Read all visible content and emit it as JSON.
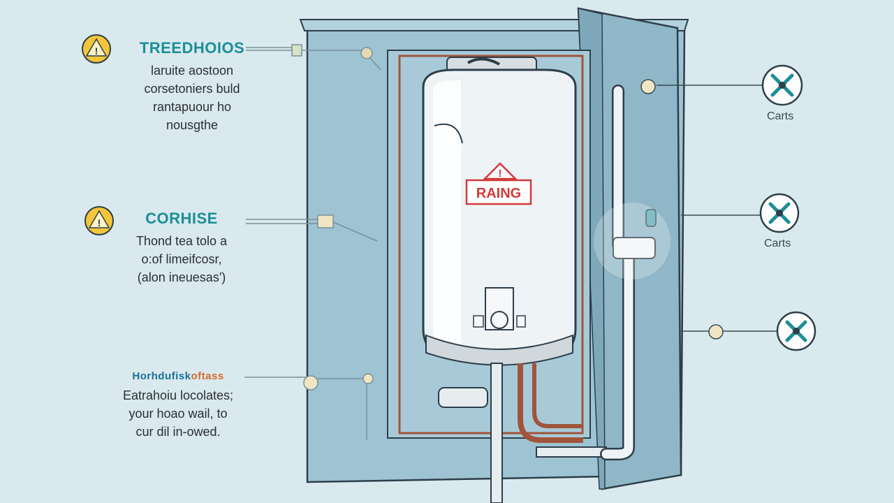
{
  "colors": {
    "background": "#d9e9ee",
    "cabinet": "#9ec3d2",
    "cabinet_dark": "#7fa9ba",
    "outline": "#2c3e4a",
    "accent_teal": "#1a8f98",
    "accent_orange": "#d8692a",
    "warning_yellow": "#f3c63a",
    "warning_red": "#d23a3a",
    "copper": "#a0553a"
  },
  "callouts": [
    {
      "title": "TREEDHOIOS",
      "title_color": "#1a8f98",
      "icon": "warning-icon",
      "lines": [
        "laruite aostoon",
        "corsetoniers buld",
        "rantapuour ho",
        "nousgthe"
      ]
    },
    {
      "title": "CORHISE",
      "title_color": "#1a8f98",
      "icon": "warning-icon",
      "lines": [
        "Thond tea tolo a",
        "o:of limeifcosr,",
        "(alon ineuesas')"
      ]
    },
    {
      "title": "Horhdufisk",
      "title_suffix": "oftass",
      "title_color": "#1a6f9a",
      "title_suffix_color": "#d8692a",
      "icon": "",
      "lines": [
        "Eatrahoiu locolates;",
        "your hoao wail, to",
        "cur dil in-owed."
      ]
    }
  ],
  "right_markers": [
    {
      "label": "Carts",
      "icon": "fan-icon"
    },
    {
      "label": "Carts",
      "icon": "fan-icon"
    },
    {
      "label": "",
      "icon": "fan-icon"
    }
  ],
  "heater": {
    "label": "RAING",
    "icon": "warning-icon"
  }
}
